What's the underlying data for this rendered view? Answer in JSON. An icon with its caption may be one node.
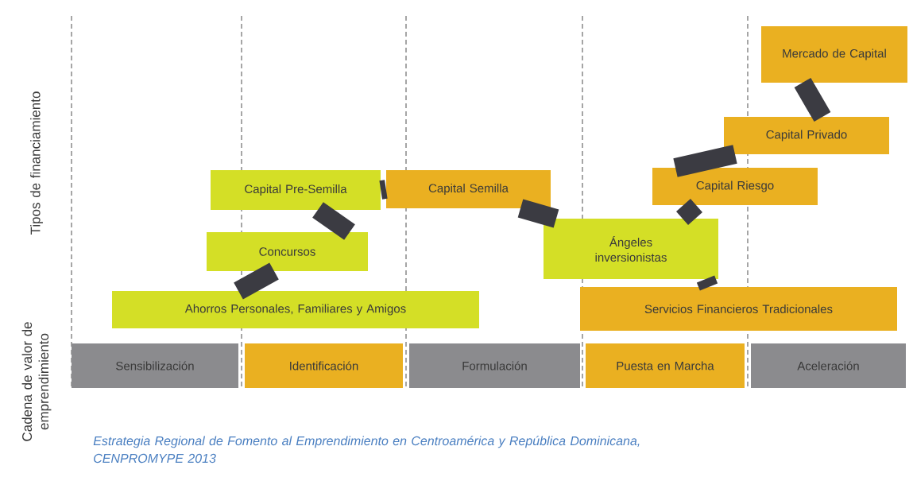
{
  "diagram": {
    "caption": "Estrategia Regional de Fomento al Emprendimiento en Centroamérica y República Dominicana, CENPROMYPE 2013",
    "nodes": [
      {
        "text": [
          "Mercado de Capital"
        ]
      },
      {
        "text": [
          "Capital Privado"
        ]
      },
      {
        "text": [
          "Capital Pre-Semilla"
        ]
      },
      {
        "text": [
          "Capital Semilla"
        ]
      },
      {
        "text": [
          "Capital Riesgo"
        ]
      },
      {
        "text": [
          "Concursos"
        ]
      },
      {
        "text": [
          "Ángeles inversionistas"
        ]
      },
      {
        "text": [
          "Ahorros Personales, Familiares y Amigos"
        ]
      },
      {
        "text": [
          "Servicios Financieros Tradicionales"
        ]
      },
      {
        "text": [
          "Sensibilización"
        ]
      },
      {
        "text": [
          "Identificación"
        ]
      },
      {
        "text": [
          "Formulación"
        ]
      },
      {
        "text": [
          "Puesta en Marcha"
        ]
      },
      {
        "text": [
          "Aceleración"
        ]
      }
    ],
    "edges": [
      {
        "from": 7,
        "to": 5,
        "arrow": "none"
      },
      {
        "from": 5,
        "to": 2,
        "arrow": "none"
      },
      {
        "from": 2,
        "to": 3,
        "arrow": "none"
      },
      {
        "from": 3,
        "to": 6,
        "arrow": "none"
      },
      {
        "from": 6,
        "to": 8,
        "arrow": "none"
      },
      {
        "from": 6,
        "to": 4,
        "arrow": "none"
      },
      {
        "from": 4,
        "to": 1,
        "arrow": "none"
      },
      {
        "from": 1,
        "to": 0,
        "arrow": "none"
      }
    ],
    "labels": [
      "Tipos de financiamiento",
      "Cadena de valor de emprendimiento"
    ]
  }
}
